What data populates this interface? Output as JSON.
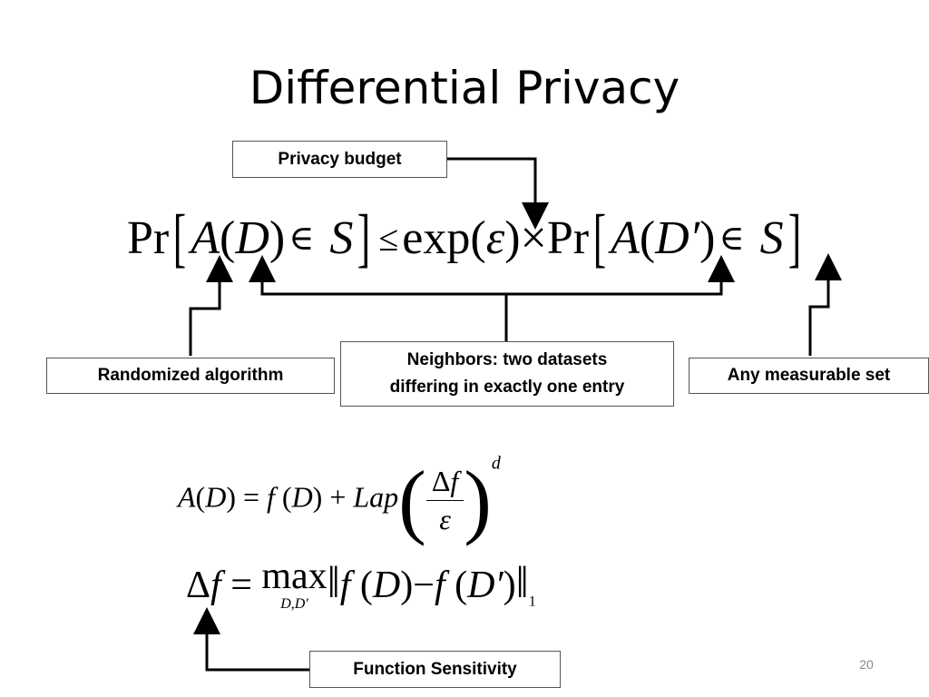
{
  "slide": {
    "title": "Differential Privacy",
    "page_number": "20"
  },
  "labels": {
    "privacy_budget": "Privacy budget",
    "randomized_algorithm": "Randomized algorithm",
    "neighbors_line1": "Neighbors: two datasets",
    "neighbors_line2": "differing in exactly one entry",
    "measurable_set": "Any measurable set",
    "function_sensitivity": "Function Sensitivity"
  },
  "equations": {
    "dp_definition": "Pr[A(D) ∈ S] ≤ exp(ε) × Pr[A(D′) ∈ S]",
    "laplace_mechanism": "A(D) = f(D) + Lap(Δf/ε)^d",
    "sensitivity": "Δf = max_{D,D′} ‖f(D) − f(D′)‖₁"
  }
}
